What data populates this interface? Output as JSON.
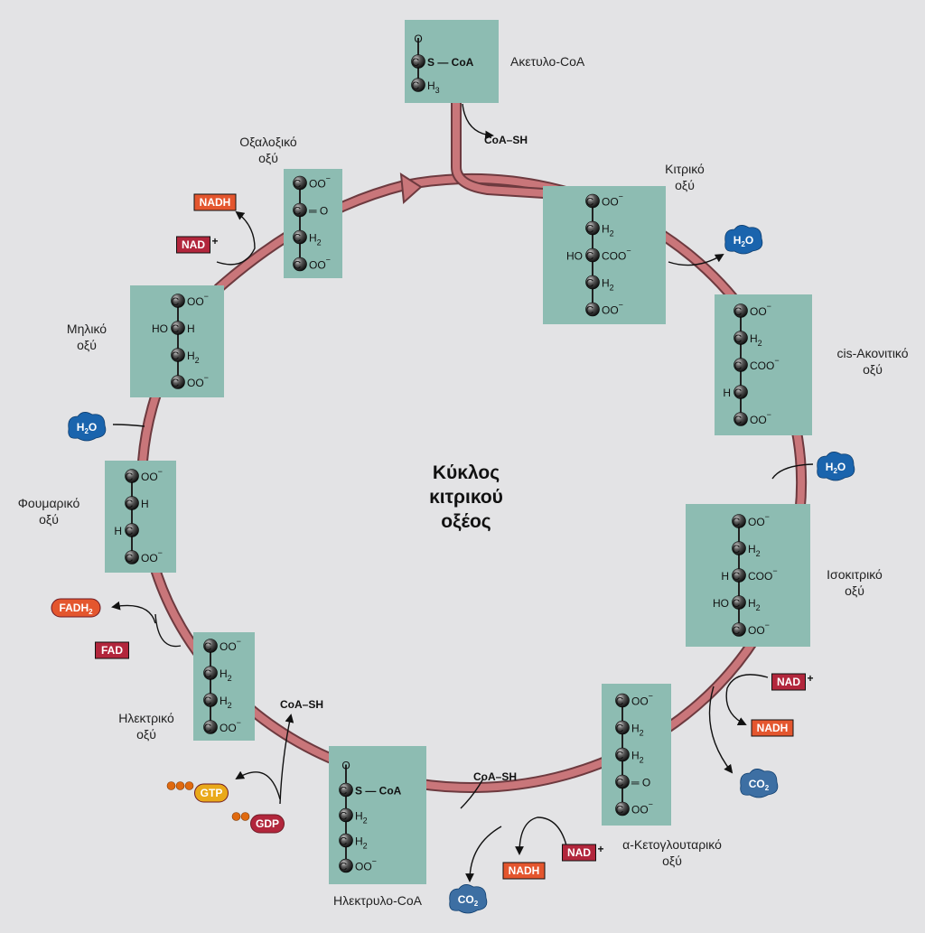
{
  "diagram": {
    "title": [
      "Κύκλος",
      "κιτρικού",
      "οξέος"
    ],
    "colors": {
      "box": "#8dbcb2",
      "ring": "#c9767a",
      "ring_edge": "#6d3a3f",
      "nadh": "#e4562e",
      "nad": "#b2263c",
      "h2o": "#1a64ad",
      "co2": "#3d6fa3",
      "fad": "#b2263c",
      "fadh2": "#e4562e",
      "gtp": "#e9a91a",
      "gdp": "#b2263c"
    },
    "compounds": [
      {
        "id": "acetyl-coa",
        "name": "Ακετυλο-CoA",
        "rows": [
          {
            "left": "",
            "atom": "O",
            "right": "",
            "plain": true
          },
          {
            "left": "",
            "atom": "C",
            "right": "S — CoA"
          },
          {
            "left": "",
            "atom": "C",
            "right": "H",
            "sub": "3"
          }
        ]
      },
      {
        "id": "citrate",
        "name": "Κιτρικό οξύ",
        "rows": [
          {
            "left": "",
            "atom": "C",
            "right": "OO",
            "sup": "−"
          },
          {
            "left": "",
            "atom": "C",
            "right": "H",
            "sub": "2"
          },
          {
            "left": "HO",
            "atom": "C",
            "right": "COO",
            "sup": "−"
          },
          {
            "left": "",
            "atom": "C",
            "right": "H",
            "sub": "2"
          },
          {
            "left": "",
            "atom": "C",
            "right": "OO",
            "sup": "−"
          }
        ]
      },
      {
        "id": "cis-aconitate",
        "name": "cis-Ακονιτικό οξύ",
        "rows": [
          {
            "left": "",
            "atom": "C",
            "right": "OO",
            "sup": "−"
          },
          {
            "left": "",
            "atom": "C",
            "right": "H",
            "sub": "2"
          },
          {
            "left": "",
            "atom": "C",
            "right": "COO",
            "sup": "−"
          },
          {
            "left": "H",
            "atom": "C",
            "right": ""
          },
          {
            "left": "",
            "atom": "C",
            "right": "OO",
            "sup": "−"
          }
        ]
      },
      {
        "id": "isocitrate",
        "name": "Ισοκιτρικό οξύ",
        "rows": [
          {
            "left": "",
            "atom": "C",
            "right": "OO",
            "sup": "−"
          },
          {
            "left": "",
            "atom": "C",
            "right": "H",
            "sub": "2"
          },
          {
            "left": "H",
            "atom": "C",
            "right": "COO",
            "sup": "−"
          },
          {
            "left": "HO",
            "atom": "C",
            "right": "H",
            "sub": "2"
          },
          {
            "left": "",
            "atom": "C",
            "right": "OO",
            "sup": "−"
          }
        ]
      },
      {
        "id": "alpha-ketoglutarate",
        "name": "α-Κετογλουταρικό οξύ",
        "rows": [
          {
            "left": "",
            "atom": "C",
            "right": "OO",
            "sup": "−"
          },
          {
            "left": "",
            "atom": "C",
            "right": "H",
            "sub": "2"
          },
          {
            "left": "",
            "atom": "C",
            "right": "H",
            "sub": "2"
          },
          {
            "left": "",
            "atom": "C",
            "right": "═ O"
          },
          {
            "left": "",
            "atom": "C",
            "right": "OO",
            "sup": "−"
          }
        ]
      },
      {
        "id": "succinyl-coa",
        "name": "Ηλεκτρυλο-CoA",
        "rows": [
          {
            "left": "",
            "atom": "O",
            "right": "",
            "plain": true
          },
          {
            "left": "",
            "atom": "C",
            "right": "S — CoA"
          },
          {
            "left": "",
            "atom": "C",
            "right": "H",
            "sub": "2"
          },
          {
            "left": "",
            "atom": "C",
            "right": "H",
            "sub": "2"
          },
          {
            "left": "",
            "atom": "C",
            "right": "OO",
            "sup": "−"
          }
        ]
      },
      {
        "id": "succinate",
        "name": "Ηλεκτρικό οξύ",
        "rows": [
          {
            "left": "",
            "atom": "C",
            "right": "OO",
            "sup": "−"
          },
          {
            "left": "",
            "atom": "C",
            "right": "H",
            "sub": "2"
          },
          {
            "left": "",
            "atom": "C",
            "right": "H",
            "sub": "2"
          },
          {
            "left": "",
            "atom": "C",
            "right": "OO",
            "sup": "−"
          }
        ]
      },
      {
        "id": "fumarate",
        "name": "Φουμαρικό οξύ",
        "rows": [
          {
            "left": "",
            "atom": "C",
            "right": "OO",
            "sup": "−"
          },
          {
            "left": "",
            "atom": "C",
            "right": "H"
          },
          {
            "left": "H",
            "atom": "C",
            "right": ""
          },
          {
            "left": "",
            "atom": "C",
            "right": "OO",
            "sup": "−"
          }
        ]
      },
      {
        "id": "malate",
        "name": "Μηλικό οξύ",
        "rows": [
          {
            "left": "",
            "atom": "C",
            "right": "OO",
            "sup": "−"
          },
          {
            "left": "HO",
            "atom": "C",
            "right": "H"
          },
          {
            "left": "",
            "atom": "C",
            "right": "H",
            "sub": "2"
          },
          {
            "left": "",
            "atom": "C",
            "right": "OO",
            "sup": "−"
          }
        ]
      },
      {
        "id": "oxaloacetate",
        "name": "Οξαλοξικό οξύ",
        "rows": [
          {
            "left": "",
            "atom": "C",
            "right": "OO",
            "sup": "−"
          },
          {
            "left": "",
            "atom": "C",
            "right": "═ O"
          },
          {
            "left": "",
            "atom": "C",
            "right": "H",
            "sub": "2"
          },
          {
            "left": "",
            "atom": "C",
            "right": "OO",
            "sup": "−"
          }
        ]
      }
    ],
    "labels": {
      "acetyl-coa": [
        "Ακετυλο-CoA"
      ],
      "citrate": [
        "Κιτρικό",
        "οξύ"
      ],
      "cis-aconitate": [
        "cis-Ακονιτικό",
        "οξύ"
      ],
      "isocitrate": [
        "Ισοκιτρικό",
        "οξύ"
      ],
      "alpha-ketoglutarate": [
        "α-Κετογλουταρικό",
        "οξύ"
      ],
      "succinyl-coa": [
        "Ηλεκτρυλο-CoA"
      ],
      "succinate": [
        "Ηλεκτρικό",
        "οξύ"
      ],
      "fumarate": [
        "Φουμαρικό",
        "οξύ"
      ],
      "malate": [
        "Μηλικό",
        "οξύ"
      ],
      "oxaloacetate": [
        "Οξαλοξικό",
        "οξύ"
      ]
    },
    "cofactors": [
      {
        "id": "coash-1",
        "kind": "text",
        "text": "CoA–SH"
      },
      {
        "id": "h2o-1",
        "kind": "blob",
        "text": "H",
        "sub": "2",
        "tail": "O",
        "color": "h2o"
      },
      {
        "id": "h2o-2",
        "kind": "blob",
        "text": "H",
        "sub": "2",
        "tail": "O",
        "color": "h2o"
      },
      {
        "id": "nad-1",
        "kind": "box",
        "text": "NAD",
        "plus": "+",
        "color": "nad"
      },
      {
        "id": "nadh-1",
        "kind": "box",
        "text": "NADH",
        "color": "nadh"
      },
      {
        "id": "co2-1",
        "kind": "blob",
        "text": "CO",
        "sub": "2",
        "tail": "",
        "color": "co2"
      },
      {
        "id": "coash-2",
        "kind": "text",
        "text": "CoA–SH"
      },
      {
        "id": "nad-2",
        "kind": "box",
        "text": "NAD",
        "plus": "+",
        "color": "nad"
      },
      {
        "id": "nadh-2",
        "kind": "box",
        "text": "NADH",
        "color": "nadh"
      },
      {
        "id": "co2-2",
        "kind": "blob",
        "text": "CO",
        "sub": "2",
        "tail": "",
        "color": "co2"
      },
      {
        "id": "coash-3",
        "kind": "text",
        "text": "CoA–SH"
      },
      {
        "id": "gtp",
        "kind": "pill",
        "text": "GTP",
        "color": "gtp",
        "balls": 3
      },
      {
        "id": "gdp",
        "kind": "pill",
        "text": "GDP",
        "color": "gdp",
        "balls": 2
      },
      {
        "id": "fadh2",
        "kind": "pill",
        "text": "FADH",
        "sub": "2",
        "color": "fadh2"
      },
      {
        "id": "fad",
        "kind": "box",
        "text": "FAD",
        "color": "fad"
      },
      {
        "id": "h2o-3",
        "kind": "blob",
        "text": "H",
        "sub": "2",
        "tail": "O",
        "color": "h2o"
      },
      {
        "id": "nad-3",
        "kind": "box",
        "text": "NAD",
        "plus": "+",
        "color": "nad"
      },
      {
        "id": "nadh-3",
        "kind": "box",
        "text": "NADH",
        "color": "nadh"
      }
    ]
  }
}
